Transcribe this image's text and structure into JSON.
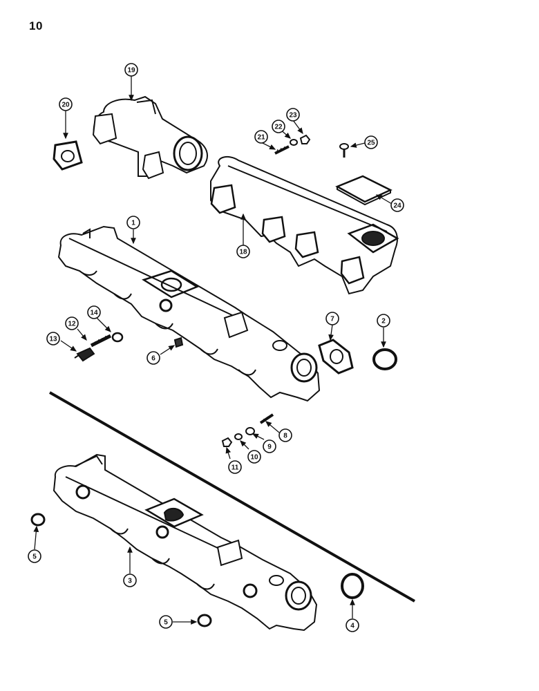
{
  "page": {
    "number": "10"
  },
  "callouts": [
    {
      "id": "c1",
      "label": "1"
    },
    {
      "id": "c2",
      "label": "2"
    },
    {
      "id": "c3",
      "label": "3"
    },
    {
      "id": "c4",
      "label": "4"
    },
    {
      "id": "c5a",
      "label": "5"
    },
    {
      "id": "c5b",
      "label": "5"
    },
    {
      "id": "c6",
      "label": "6"
    },
    {
      "id": "c7",
      "label": "7"
    },
    {
      "id": "c8",
      "label": "8"
    },
    {
      "id": "c9",
      "label": "9"
    },
    {
      "id": "c10",
      "label": "10"
    },
    {
      "id": "c11",
      "label": "11"
    },
    {
      "id": "c12",
      "label": "12"
    },
    {
      "id": "c13",
      "label": "13"
    },
    {
      "id": "c14",
      "label": "14"
    },
    {
      "id": "c18",
      "label": "18"
    },
    {
      "id": "c19",
      "label": "19"
    },
    {
      "id": "c20",
      "label": "20"
    },
    {
      "id": "c21",
      "label": "21"
    },
    {
      "id": "c22",
      "label": "22"
    },
    {
      "id": "c23",
      "label": "23"
    },
    {
      "id": "c24",
      "label": "24"
    },
    {
      "id": "c25",
      "label": "25"
    }
  ]
}
